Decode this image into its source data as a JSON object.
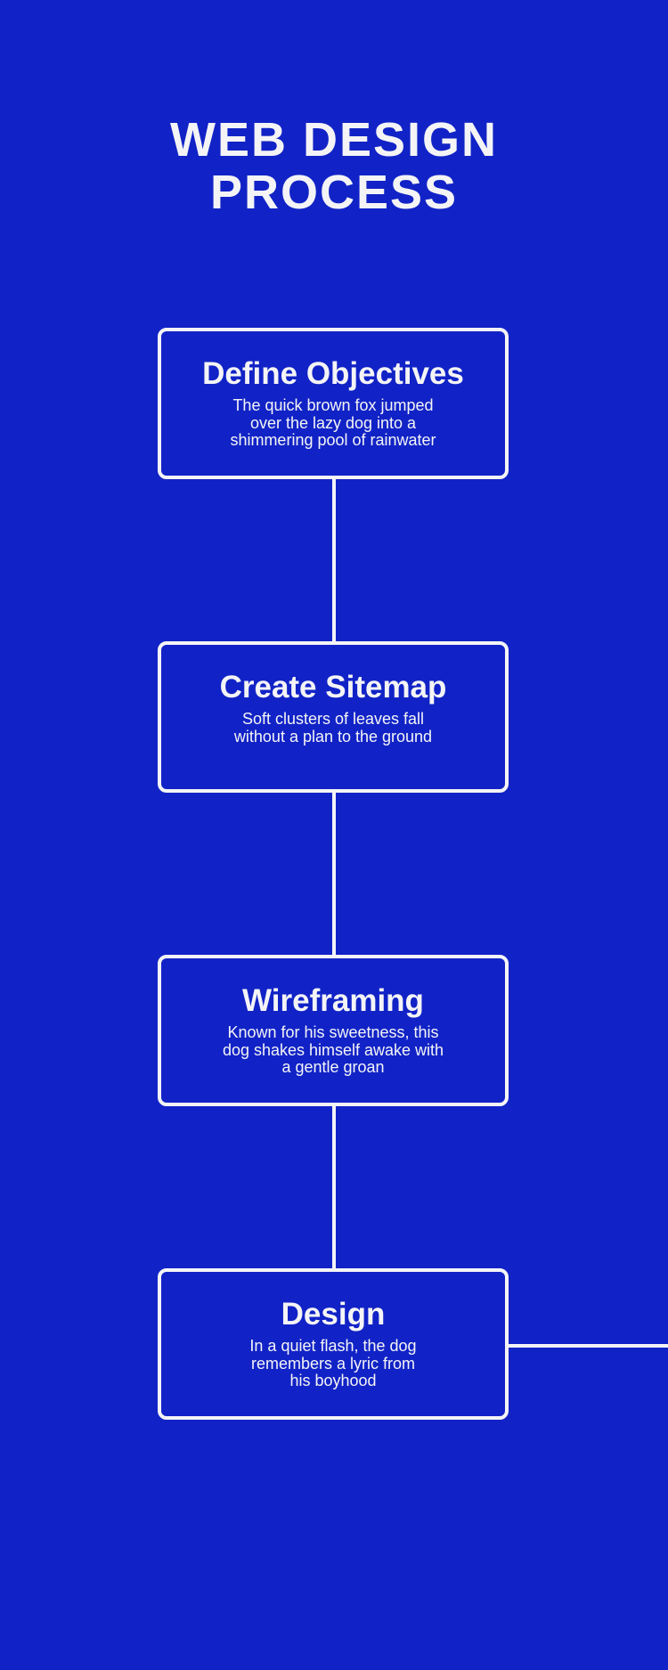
{
  "title": {
    "line1": "WEB DESIGN",
    "line2": "PROCESS"
  },
  "steps": [
    {
      "title": "Define Objectives",
      "desc": [
        "The quick brown fox jumped",
        "over the lazy dog into a",
        "shimmering pool of rainwater"
      ]
    },
    {
      "title": "Create Sitemap",
      "desc": [
        "Soft clusters of leaves fall",
        "without a plan to the ground"
      ]
    },
    {
      "title": "Wireframing",
      "desc": [
        "Known for his sweetness, this",
        "dog shakes himself awake with",
        "a gentle groan"
      ]
    },
    {
      "title": "Design",
      "desc": [
        "In a quiet flash, the dog",
        "remembers a lyric from",
        "his boyhood"
      ]
    }
  ],
  "colors": {
    "background": "#1123c6",
    "foreground": "#f4f4f6"
  }
}
